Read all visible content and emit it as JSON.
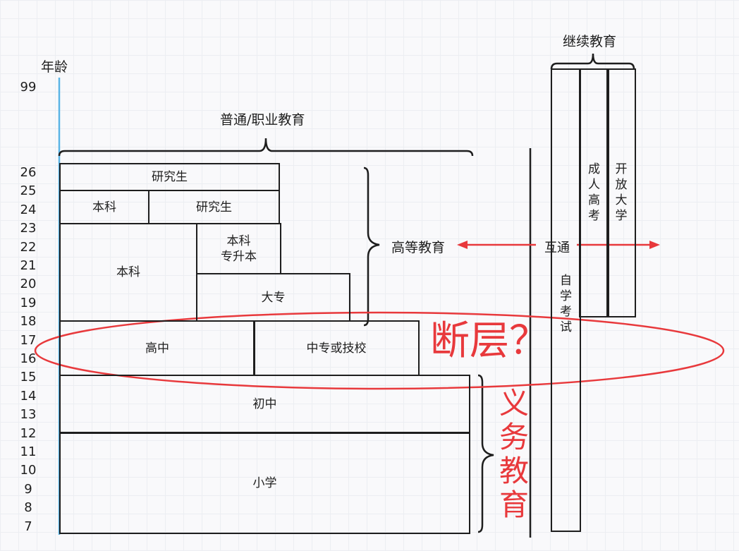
{
  "age_axis": {
    "title": "年龄",
    "ticks": [
      "99",
      "26",
      "25",
      "24",
      "23",
      "22",
      "21",
      "20",
      "19",
      "18",
      "17",
      "16",
      "15",
      "14",
      "13",
      "12",
      "11",
      "10",
      "9",
      "8",
      "7"
    ]
  },
  "groups": {
    "general_vocational": "普通/职业教育",
    "continuing": "继续教育",
    "higher": "高等教育",
    "compulsory": "义务教育"
  },
  "blocks": {
    "graduate_top": "研究生",
    "bachelor_a": "本科",
    "graduate_b": "研究生",
    "bachelor_main": "本科",
    "bachelor_upgrade": "本科\n专升本",
    "junior_college": "大专",
    "high_school": "高中",
    "vocational_school": "中专或技校",
    "junior_middle": "初中",
    "primary": "小学",
    "self_study_exam": "自学考试",
    "adult_college_exam": "成人高考",
    "open_university": "开放大学"
  },
  "annotations": {
    "interconnect": "互通",
    "fault_line": "断层？"
  },
  "colors": {
    "axis": "#5ab4e5",
    "ink": "#1e1e1e",
    "annotation": "#e8393c"
  }
}
